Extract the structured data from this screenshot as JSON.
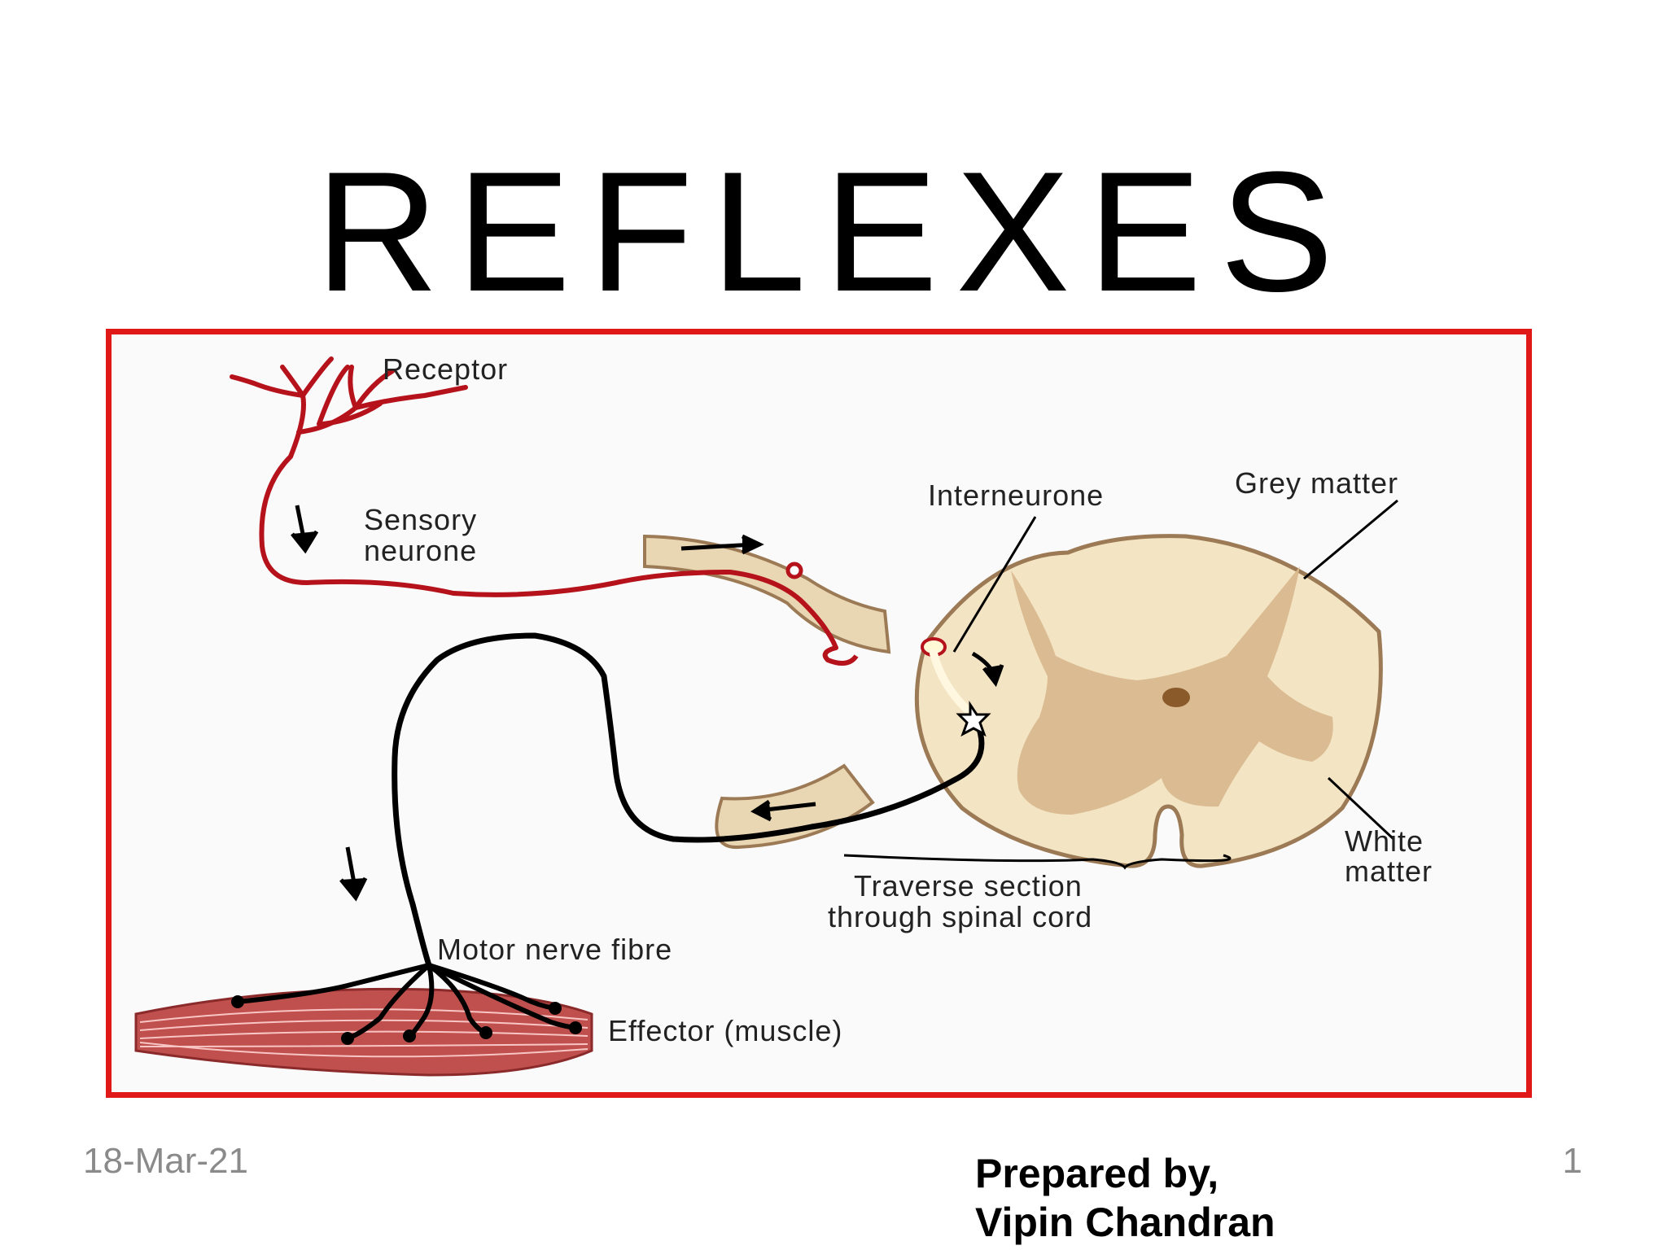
{
  "slide": {
    "title": "REFLEXES",
    "date": "18-Mar-21",
    "page_number": "1",
    "prepared_line1": "Prepared by,",
    "prepared_line2": "Vipin Chandran"
  },
  "diagram": {
    "labels": {
      "receptor": "Receptor",
      "sensory_line1": "Sensory",
      "sensory_line2": "neurone",
      "interneurone": "Interneurone",
      "grey_matter": "Grey matter",
      "white_line1": "White",
      "white_line2": "matter",
      "traverse_line1": "Traverse section",
      "traverse_line2": "through spinal cord",
      "motor": "Motor nerve fibre",
      "effector": "Effector (muscle)"
    },
    "colors": {
      "frame": "#e01818",
      "sensory_neuron": "#b5121b",
      "motor_neuron": "#000000",
      "white_matter": "#f3e4c3",
      "grey_matter": "#d9b88e",
      "muscle": "#c0504d"
    }
  }
}
